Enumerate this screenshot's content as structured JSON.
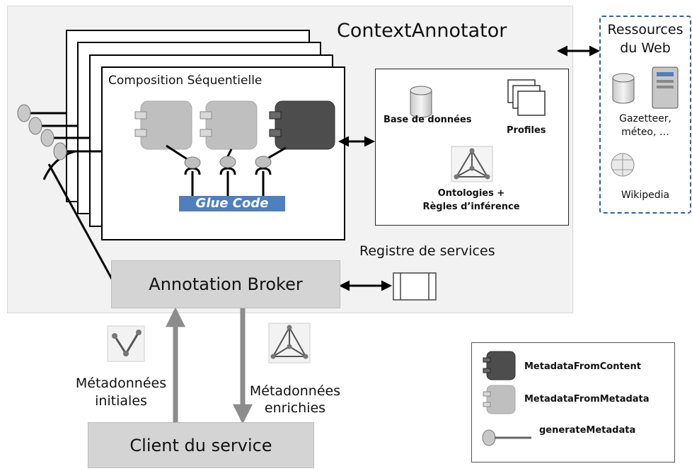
{
  "title": "ContextAnnotator",
  "composition_label": "Composition Séquentielle",
  "glue_code": "Glue Code",
  "resources": {
    "db_label": "Base de données",
    "profiles_label": "Profiles",
    "ontology_label_1": "Ontologies +",
    "ontology_label_2": "Règles d’inférence"
  },
  "web": {
    "title_1": "Ressources",
    "title_2": "du Web",
    "gazetteer_1": "Gazetteer,",
    "gazetteer_2": "méteo, …",
    "wikipedia": "Wikipedia"
  },
  "registry_label": "Registre de services",
  "broker_label": "Annotation Broker",
  "client_label": "Client du service",
  "input_label_1": "Métadonnées",
  "input_label_2": "initiales",
  "output_label_1": "Métadonnées",
  "output_label_2": "enrichies",
  "legend": {
    "item1": "MetadataFromContent",
    "item2": "MetadataFromMetadata",
    "item3": "generateMetadata"
  },
  "colors": {
    "dark_component": "#4d4d4d",
    "light_component": "#bfbfbf",
    "glue_code_bg": "#4f7fbd",
    "web_border": "#35609a"
  }
}
